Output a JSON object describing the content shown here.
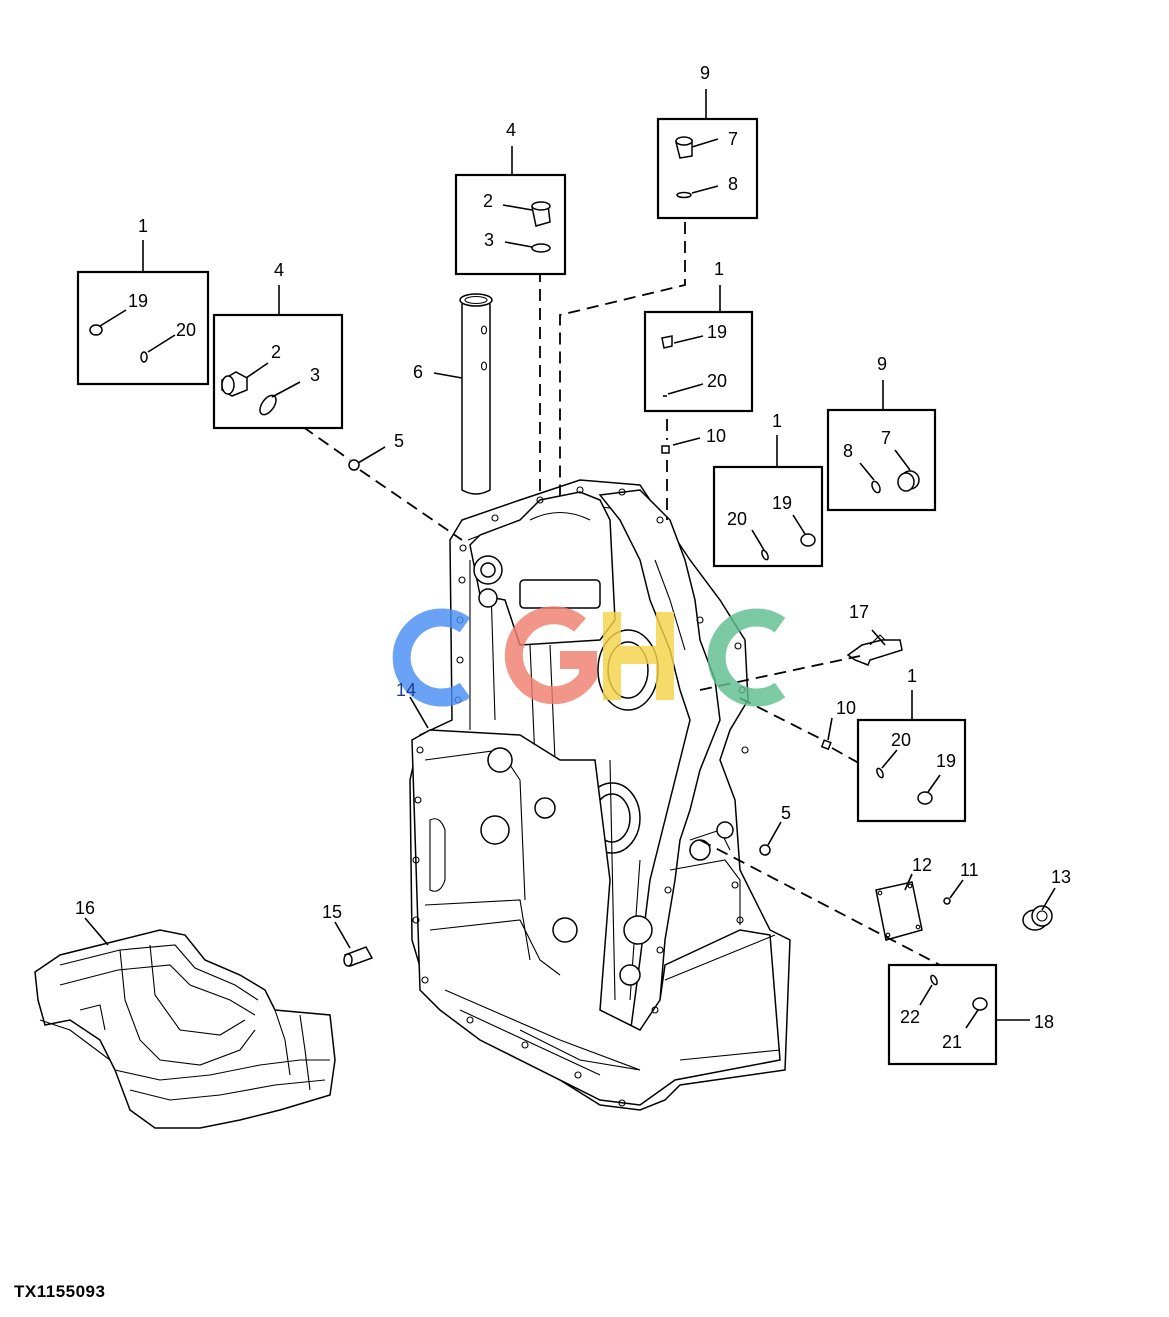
{
  "drawing_id": "TX1155093",
  "watermark": {
    "text": "CGHC",
    "colors": [
      "#4a8ff5",
      "#f08070",
      "#f5d34a",
      "#5fbf8f"
    ]
  },
  "callouts": {
    "c1a": "1",
    "c19a": "19",
    "c20a": "20",
    "c4a": "4",
    "c2a": "2",
    "c3a": "3",
    "c5a": "5",
    "c6": "6",
    "c4b": "4",
    "c2b": "2",
    "c3b": "3",
    "c9a": "9",
    "c7a": "7",
    "c8a": "8",
    "c1b": "1",
    "c19b": "19",
    "c20b": "20",
    "c10a": "10",
    "c9b": "9",
    "c8b": "8",
    "c7b": "7",
    "c1c": "1",
    "c20c": "20",
    "c19c": "19",
    "c17": "17",
    "c14": "14",
    "c1d": "1",
    "c10b": "10",
    "c20d": "20",
    "c19d": "19",
    "c5b": "5",
    "c12": "12",
    "c11": "11",
    "c13": "13",
    "c16": "16",
    "c15": "15",
    "c22": "22",
    "c21": "21",
    "c18": "18"
  }
}
